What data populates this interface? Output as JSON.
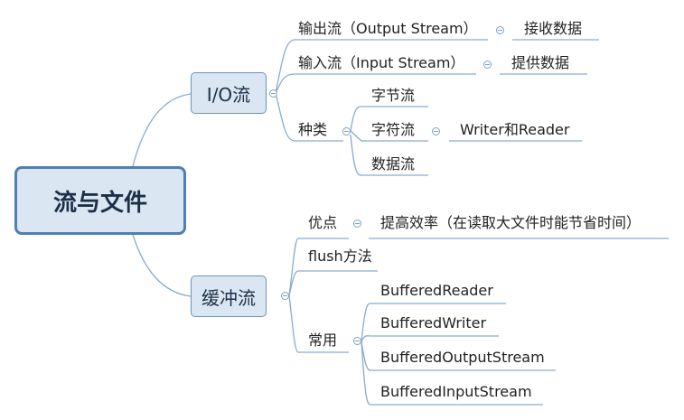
{
  "root": "流与文件",
  "io": {
    "label": "I/O流",
    "output": {
      "label": "输出流（Output Stream）",
      "child": "接收数据"
    },
    "input": {
      "label": "输入流（Input Stream）",
      "child": "提供数据"
    },
    "kinds": {
      "label": "种类",
      "byte": "字节流",
      "char": "字符流",
      "char_child": "Writer和Reader",
      "data": "数据流"
    }
  },
  "buffer": {
    "label": "缓冲流",
    "advantage": {
      "label": "优点",
      "child": "提高效率（在读取大文件时能节省时间）"
    },
    "flush": "flush方法",
    "common": {
      "label": "常用",
      "items": [
        "BufferedReader",
        "BufferedWriter",
        "BufferedOutputStream",
        "BufferedInputStream"
      ]
    }
  },
  "colors": {
    "line": "#8aabcf",
    "node_fill": "#dae6f2",
    "node_border": "#4f7fb3"
  }
}
